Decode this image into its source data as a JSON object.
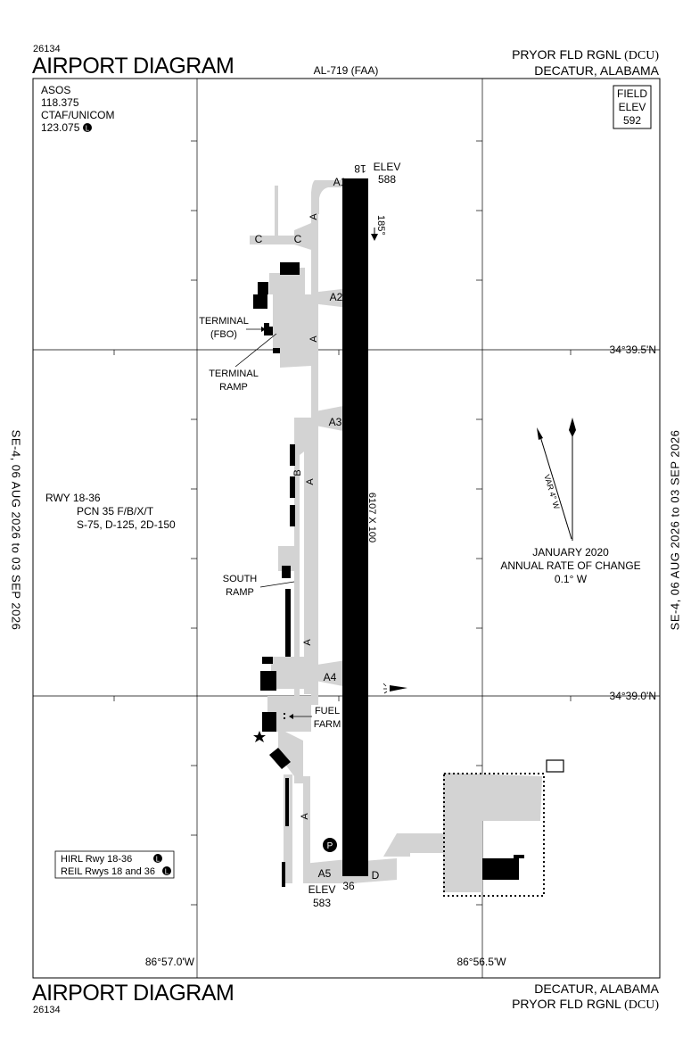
{
  "header": {
    "chart_id": "26134",
    "title": "AIRPORT DIAGRAM",
    "airport": "PRYOR FLD RGNL",
    "ident": "(DCU)",
    "city": "DECATUR, ALABAMA",
    "procedure_code": "AL-719 (FAA)"
  },
  "footer": {
    "title": "AIRPORT DIAGRAM",
    "chart_id": "26134",
    "city": "DECATUR, ALABAMA",
    "airport": "PRYOR FLD RGNL",
    "ident": "(DCU)"
  },
  "side_notes": {
    "left": "SE-4, 06 AUG 2026  to  03 SEP 2026",
    "right": "SE-4, 06 AUG 2026  to  03 SEP 2026"
  },
  "comms": {
    "asos_label": "ASOS",
    "asos_freq": "118.375",
    "ctaf_label": "CTAF/UNICOM",
    "ctaf_freq": "123.075",
    "lighting_symbol": "L"
  },
  "field_elev": {
    "line1": "FIELD",
    "line2": "ELEV",
    "value": "592"
  },
  "runway": {
    "dims": "6107 X 100",
    "north_end": "18",
    "south_end": "36",
    "north_heading": "185°",
    "south_heading": "005°",
    "north_elev_label": "ELEV",
    "north_elev_value": "588",
    "south_elev_label": "ELEV",
    "south_elev_value": "583"
  },
  "runway_info": {
    "rwy": "RWY 18-36",
    "pcn": "PCN 35 F/B/X/T",
    "weights": "S-75, D-125, 2D-150"
  },
  "lighting": {
    "hirl": "HIRL Rwy 18-36",
    "reil": "REIL Rwys 18 and 36",
    "symbol": "L"
  },
  "taxiways": {
    "a1": "A1",
    "a2": "A2",
    "a3": "A3",
    "a4": "A4",
    "a5": "A5",
    "a": "A",
    "b": "B",
    "c": "C",
    "d": "D"
  },
  "labels": {
    "terminal_fbo_1": "TERMINAL",
    "terminal_fbo_2": "(FBO)",
    "terminal_ramp_1": "TERMINAL",
    "terminal_ramp_2": "RAMP",
    "south_ramp_1": "SOUTH",
    "south_ramp_2": "RAMP",
    "fuel_farm_1": "FUEL",
    "fuel_farm_2": "FARM",
    "parking_symbol": "P"
  },
  "magvar": {
    "var": "VAR 4° W",
    "date": "JANUARY 2020",
    "rate_label": "ANNUAL RATE OF CHANGE",
    "rate": "0.1° W"
  },
  "coords": {
    "lat_north": "34°39.5'N",
    "lat_south": "34°39.0'N",
    "lon_west": "86°57.0'W",
    "lon_east": "86°56.5'W"
  },
  "colors": {
    "ink": "#000000",
    "pavement": "#d3d3d3",
    "paper": "#ffffff"
  }
}
